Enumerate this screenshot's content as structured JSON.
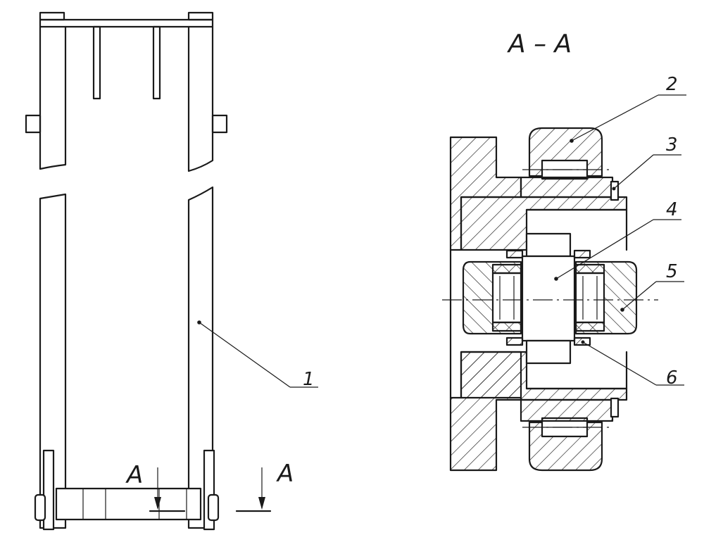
{
  "section_title": "A – A",
  "cut_marks": {
    "left": "A",
    "right": "A"
  },
  "part_labels": {
    "p1": "1",
    "p2": "2",
    "p3": "3",
    "p4": "4",
    "p5": "5",
    "p6": "6"
  },
  "colors": {
    "ink": "#1a1a1a",
    "background": "#ffffff"
  }
}
